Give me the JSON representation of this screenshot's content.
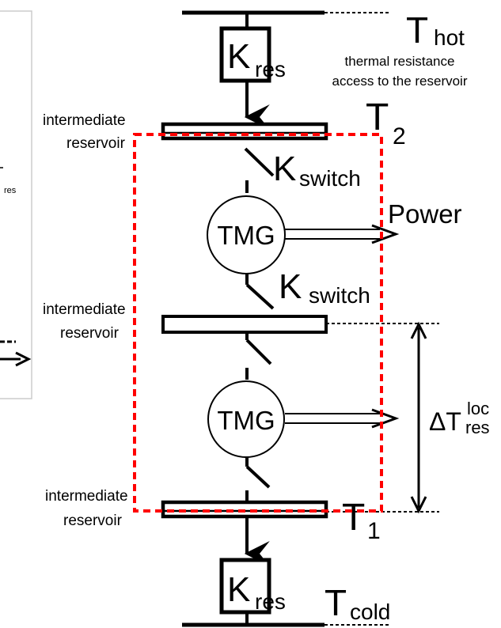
{
  "diagram": {
    "left_panel": {
      "fragment_sub": "res"
    },
    "top": {
      "t_hot_main": "T",
      "t_hot_sub": "hot",
      "k_res_main": "K",
      "k_res_sub": "res",
      "note_line1": "thermal resistance",
      "note_line2": "access to the reservoir"
    },
    "reservoirs": {
      "upper_line1": "intermediate",
      "upper_line2": "reservoir",
      "middle_line1": "intermediate",
      "middle_line2": "reservoir",
      "lower_line1": "intermediate",
      "lower_line2": "reservoir"
    },
    "temperatures": {
      "t2_main": "T",
      "t2_sub": "2",
      "t1_main": "T",
      "t1_sub": "1"
    },
    "switches": {
      "upper_main": "K",
      "upper_sub": "switch",
      "lower_main": "K",
      "lower_sub": "switch"
    },
    "tmg": {
      "upper_label": "TMG",
      "lower_label": "TMG",
      "power_label": "Power"
    },
    "delta": {
      "main": "ΔT",
      "sup": "loc",
      "sub": "res"
    },
    "bottom": {
      "k_res_main": "K",
      "k_res_sub": "res",
      "t_cold_main": "T",
      "t_cold_sub": "cold"
    },
    "colors": {
      "line": "#000000",
      "dashed_box": "#ff0000",
      "panel_border": "#cccccc"
    }
  }
}
